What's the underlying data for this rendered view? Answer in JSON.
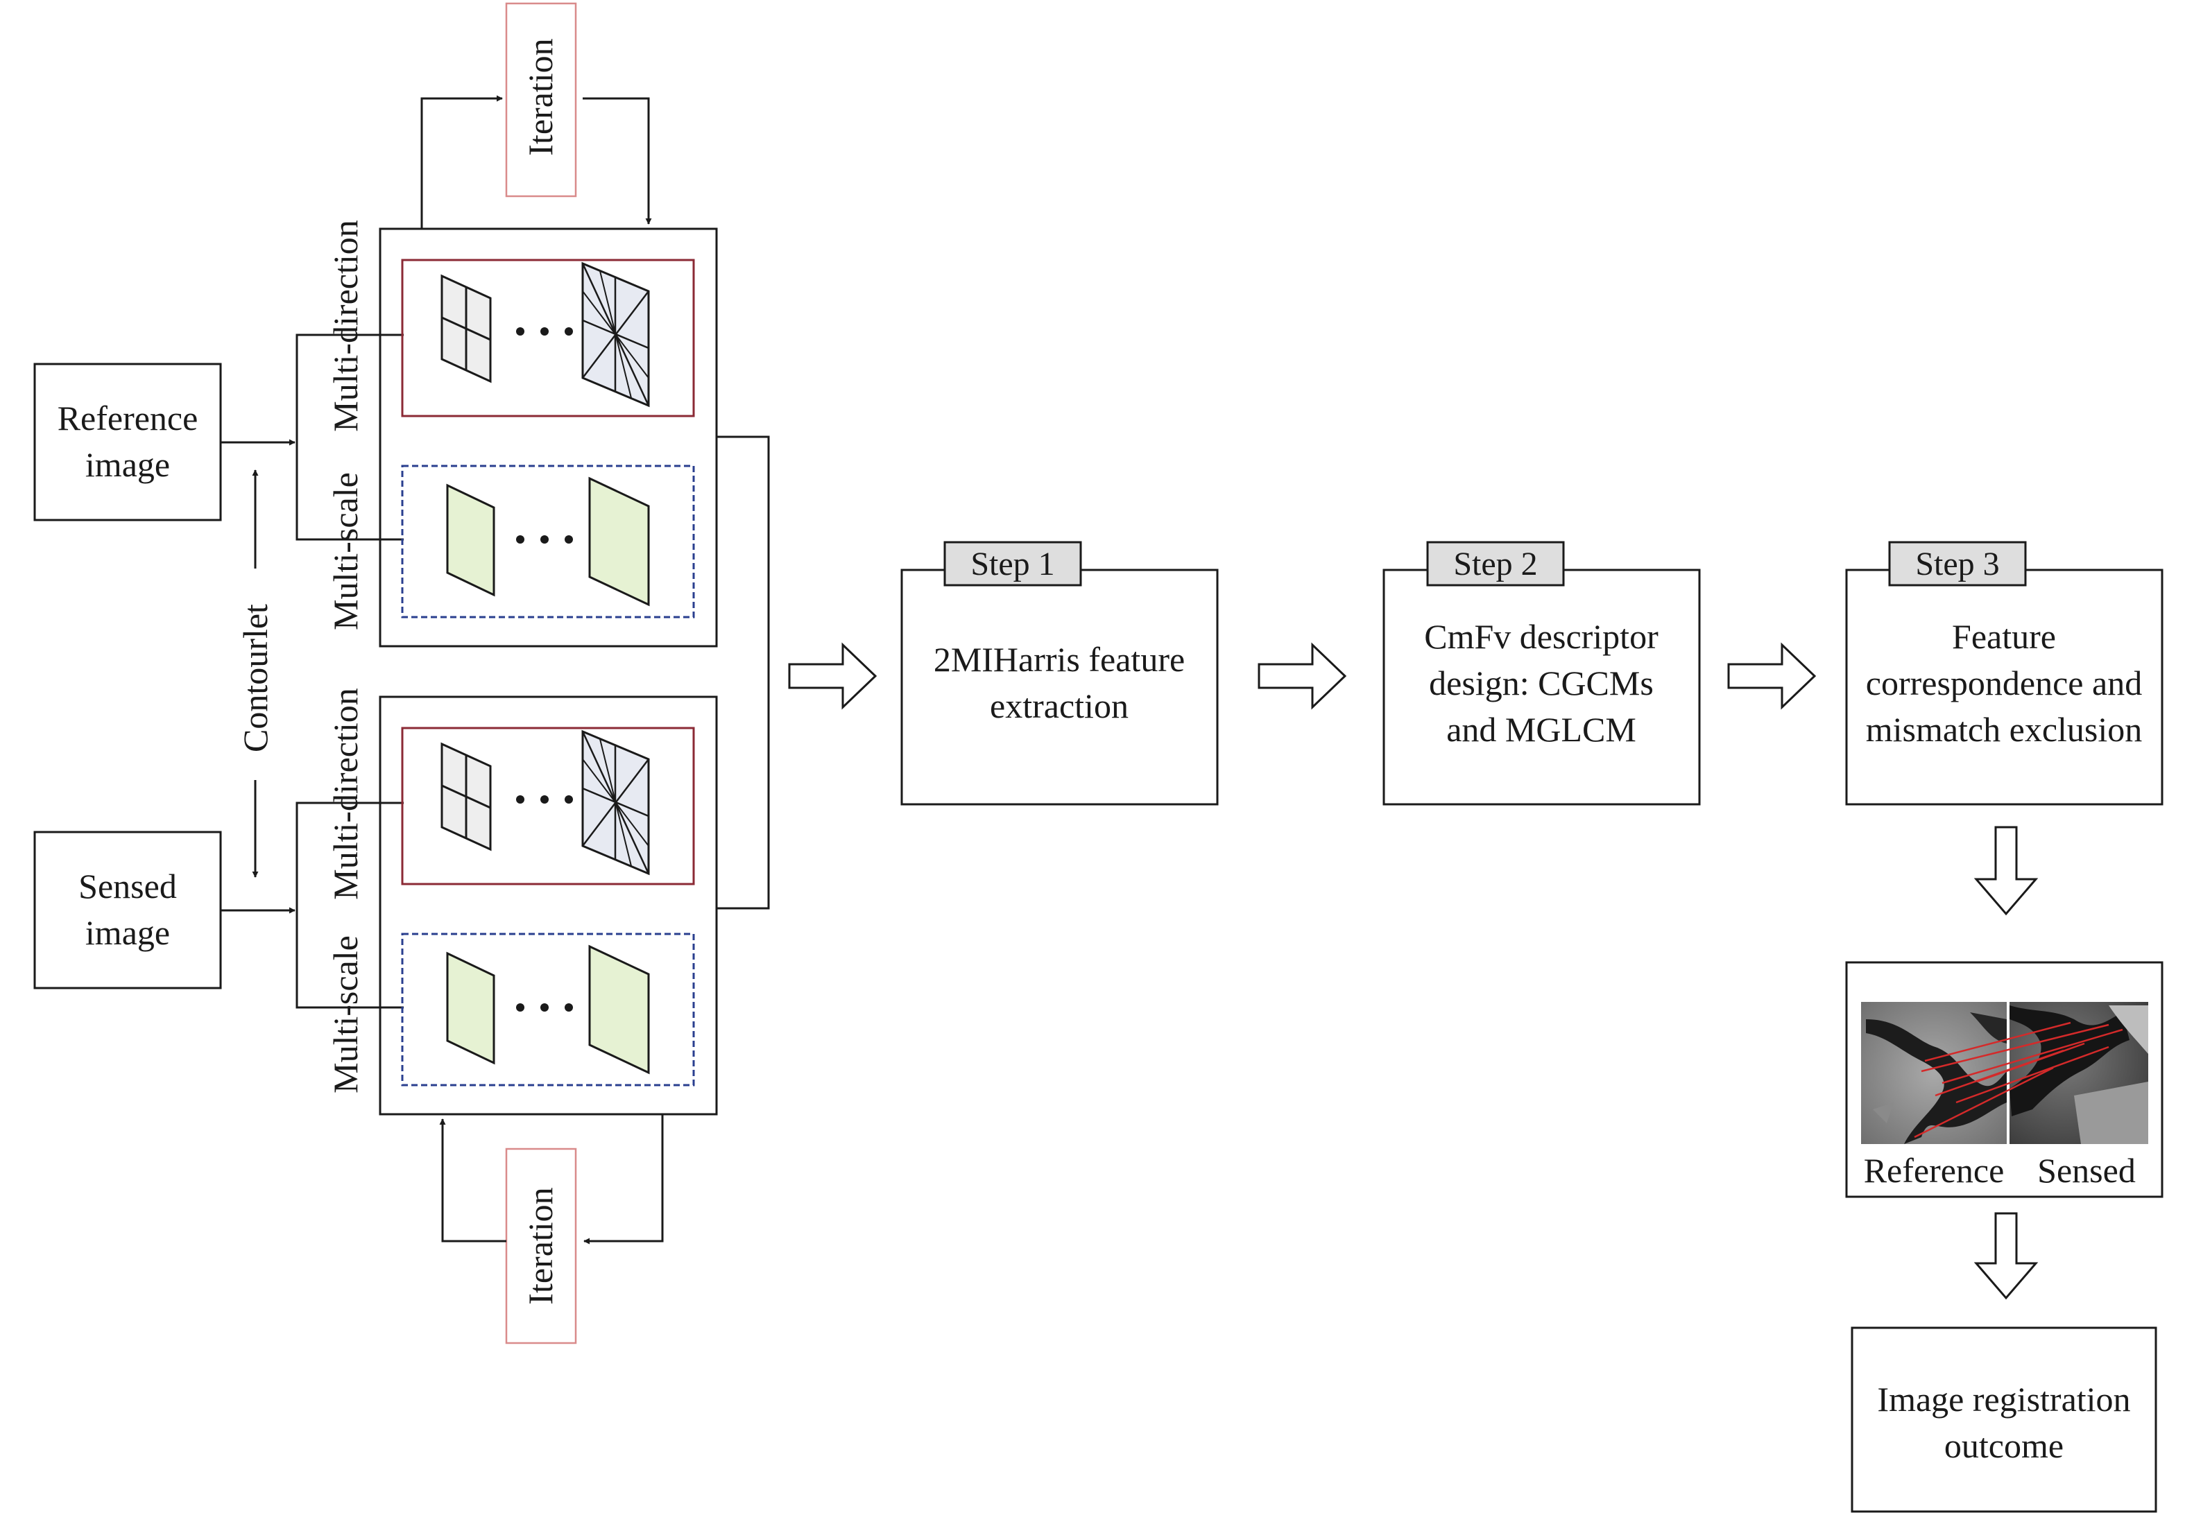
{
  "inputs": {
    "reference": [
      "Reference",
      "image"
    ],
    "sensed": [
      "Sensed",
      "image"
    ]
  },
  "contourlet_label": "Contourlet",
  "direction_label": "Multi-direction",
  "scale_label": "Multi-scale",
  "iteration_label": "Iteration",
  "steps": [
    {
      "tag": "Step 1",
      "text": [
        "2MIHarris feature",
        "extraction"
      ]
    },
    {
      "tag": "Step 2",
      "text": [
        "CmFv descriptor",
        "design: CGCMs",
        "and MGLCM"
      ]
    },
    {
      "tag": "Step 3",
      "text": [
        "Feature",
        "correspondence and",
        "mismatch exclusion"
      ]
    }
  ],
  "result_captions": [
    "Reference",
    "Sensed"
  ],
  "outcome": [
    "Image registration",
    "outcome"
  ],
  "colors": {
    "direction_box": "#8b2a35",
    "scale_box": "#2a3f8f",
    "iteration_box": "#d98b8b",
    "scale_shape_fill": "#e6f2d3",
    "direction_shape_fill": "#eeeeee",
    "direction_shape_fill_dense": "#e7eaf2",
    "step_tag_fill": "#dedede",
    "match_line": "#d42a2a"
  },
  "icons": [
    "grid-quad-icon",
    "wedge-fan-icon",
    "scale-parallelogram-icon",
    "ellipsis-dots-icon",
    "hollow-arrow-icon"
  ]
}
